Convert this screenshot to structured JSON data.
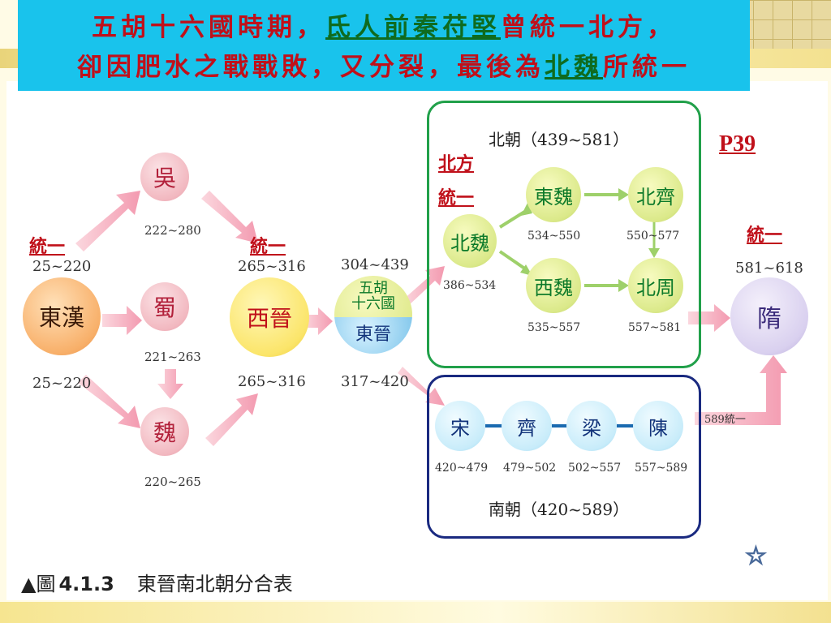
{
  "header": {
    "line1_a": "五胡十六國時期，",
    "line1_b": "氐人前秦苻堅",
    "line1_c": "曾統一北方，",
    "line2_a": "卻因肥水之戰戰敗，又分裂，最後為",
    "line2_b": "北魏",
    "line2_c": "所統一"
  },
  "page_ref": "P39",
  "labels": {
    "unify": "統一",
    "north_side_1": "北方",
    "north_side_2": "統一",
    "unify_589": "589統一"
  },
  "groups": {
    "north_title": "北朝（439~581）",
    "south_title": "南朝（420~589）",
    "north_color": "#21a04a",
    "south_color": "#1a2a80"
  },
  "nodes": {
    "donghan": {
      "name": "東漢",
      "years_top": "25~220",
      "years_bottom": "25~220"
    },
    "wu": {
      "name": "吳",
      "years": "222~280"
    },
    "shu": {
      "name": "蜀",
      "years": "221~263"
    },
    "wei": {
      "name": "魏",
      "years": "220~265"
    },
    "xijin": {
      "name": "西晉",
      "years_top": "265~316",
      "years_bottom": "265~316"
    },
    "wuhu": {
      "name_line1": "五胡",
      "name_line2": "十六國",
      "years": "304~439"
    },
    "dongjin": {
      "name": "東晉",
      "years": "317~420"
    },
    "beiwei": {
      "name": "北魏",
      "years": "386~534"
    },
    "dongwei": {
      "name": "東魏",
      "years": "534~550"
    },
    "beiqi": {
      "name": "北齊",
      "years": "550~577"
    },
    "xiwei": {
      "name": "西魏",
      "years": "535~557"
    },
    "beizhou": {
      "name": "北周",
      "years": "557~581"
    },
    "song": {
      "name": "宋",
      "years": "420~479"
    },
    "qi": {
      "name": "齊",
      "years": "479~502"
    },
    "liang": {
      "name": "梁",
      "years": "502~557"
    },
    "chen": {
      "name": "陳",
      "years": "557~589"
    },
    "sui": {
      "name": "隋",
      "years": "581~618"
    }
  },
  "caption": {
    "marker": "▲圖",
    "number": "4.1.3",
    "text": "東晉南北朝分合表"
  },
  "icons": {
    "star": "star-icon"
  }
}
